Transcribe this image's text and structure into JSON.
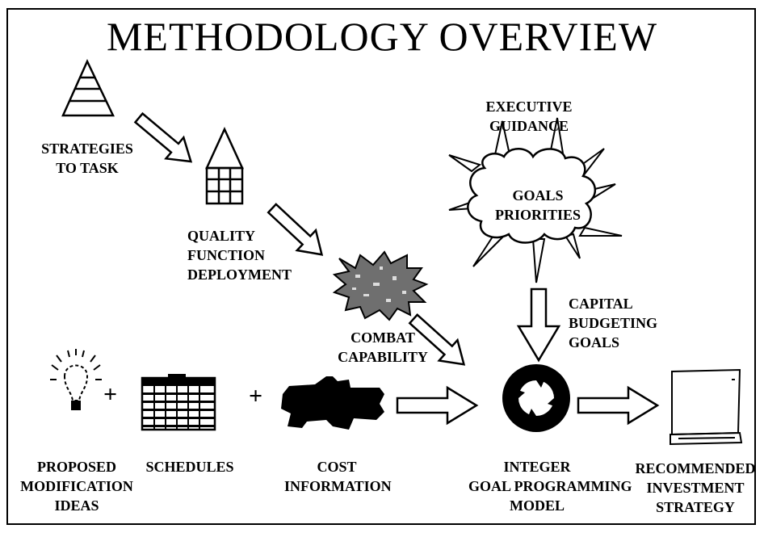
{
  "title": "METHODOLOGY OVERVIEW",
  "labels": {
    "strategies": [
      "STRATEGIES",
      "TO TASK"
    ],
    "qfd": [
      "QUALITY",
      "FUNCTION",
      "DEPLOYMENT"
    ],
    "executive": [
      "EXECUTIVE",
      "GUIDANCE"
    ],
    "goals": [
      "GOALS",
      "PRIORITIES"
    ],
    "capital": [
      "CAPITAL",
      "BUDGETING",
      "GOALS"
    ],
    "combat": [
      "COMBAT",
      "CAPABILITY"
    ],
    "proposed": [
      "PROPOSED",
      "MODIFICATION",
      "IDEAS"
    ],
    "schedules": [
      "SCHEDULES"
    ],
    "cost": [
      "COST",
      "INFORMATION"
    ],
    "integer": [
      "INTEGER",
      "GOAL PROGRAMMING",
      "MODEL"
    ],
    "recommended": [
      "RECOMMENDED",
      "INVESTMENT",
      "STRATEGY"
    ]
  },
  "operators": {
    "plus": "+"
  }
}
